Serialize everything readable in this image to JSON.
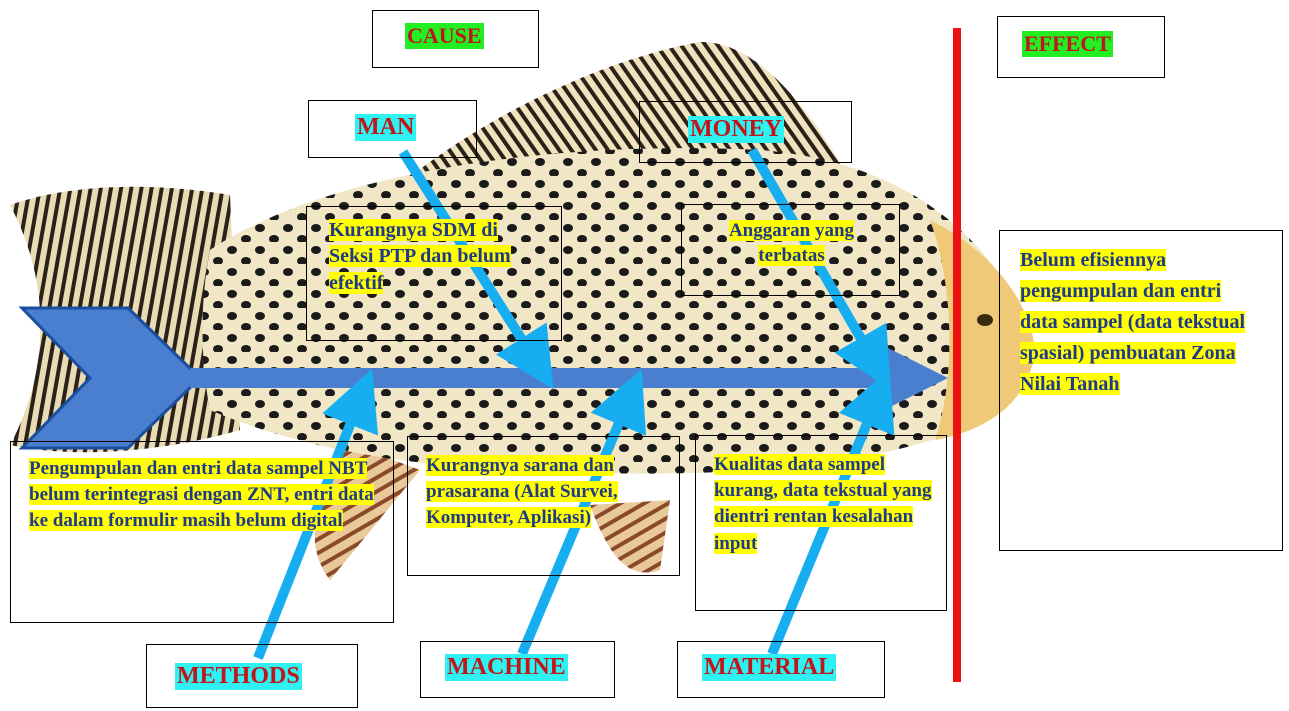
{
  "header": {
    "cause_label": "CAUSE",
    "effect_label": "EFFECT"
  },
  "categories": {
    "man": "MAN",
    "money": "MONEY",
    "methods": "METHODS",
    "machine": "MACHINE",
    "material": "MATERIAL"
  },
  "causes": {
    "man": "Kurangnya SDM di Seksi PTP dan belum efektif",
    "money": "Anggaran yang  terbatas",
    "methods": "Pengumpulan dan entri data sampel NBT belum terintegrasi dengan ZNT, entri data ke dalam formulir masih belum digital",
    "machine": "Kurangnya sarana dan prasarana (Alat Survei, Komputer, Aplikasi)",
    "material": "Kualitas data sampel kurang, data tekstual yang dientri rentan kesalahan input"
  },
  "effect": {
    "text": "Belum efisiennya pengumpulan dan entri  data sampel (data tekstual spasial) pembuatan Zona Nilai Tanah"
  },
  "colors": {
    "spine": "#4a7fd0",
    "bone": "#16aef0",
    "effect_line": "#ee1111",
    "highlight": "#ffff00",
    "category_bg": "#2ef2f2",
    "header_bg": "#22ee22",
    "label_text": "#c0161b",
    "cause_text": "#1f3a8a"
  }
}
